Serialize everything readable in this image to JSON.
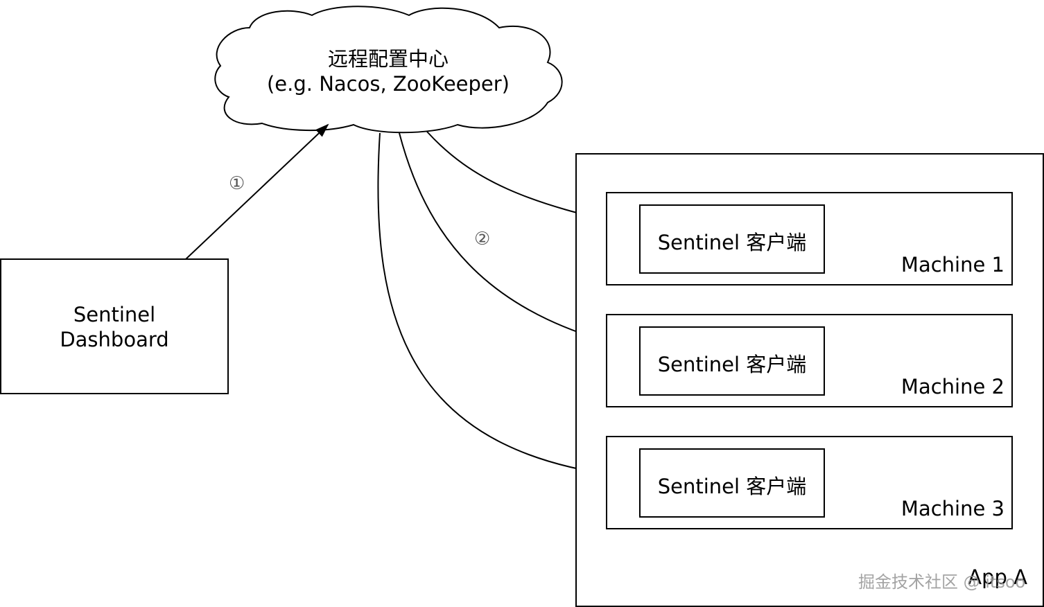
{
  "cloud": {
    "line1": "远程配置中心",
    "line2": "(e.g. Nacos, ZooKeeper)"
  },
  "dashboard": {
    "line1": "Sentinel",
    "line2": "Dashboard"
  },
  "steps": {
    "step1": "①",
    "step2": "②"
  },
  "app": {
    "label": "App A",
    "machines": [
      {
        "client_label": "Sentinel 客户端",
        "machine_label": "Machine 1"
      },
      {
        "client_label": "Sentinel 客户端",
        "machine_label": "Machine 2"
      },
      {
        "client_label": "Sentinel 客户端",
        "machine_label": "Machine 3"
      }
    ]
  },
  "watermark": "掘金技术社区 @ itsoo",
  "colors": {
    "stroke": "#000000",
    "background": "#ffffff",
    "step_marker": "#555555",
    "watermark": "#9a9a9a"
  }
}
